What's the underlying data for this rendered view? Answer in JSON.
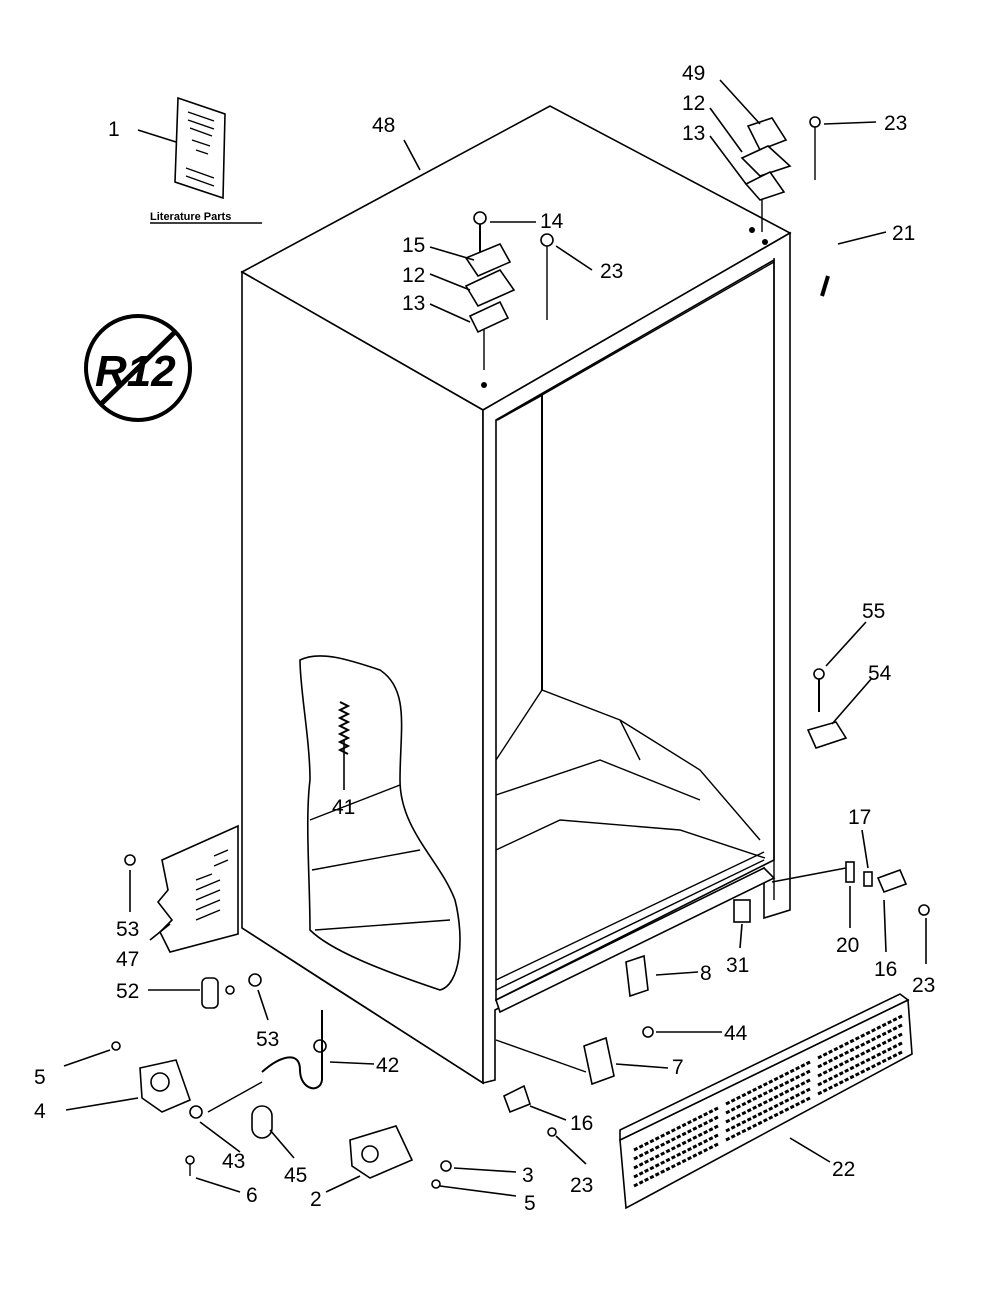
{
  "literature": {
    "caption": "Literature Parts"
  },
  "badge": {
    "text": "R12"
  },
  "callouts": [
    {
      "id": "c1",
      "text": "1"
    },
    {
      "id": "c48",
      "text": "48"
    },
    {
      "id": "c49",
      "text": "49"
    },
    {
      "id": "c12a",
      "text": "12"
    },
    {
      "id": "c13a",
      "text": "13"
    },
    {
      "id": "c23a",
      "text": "23"
    },
    {
      "id": "c14",
      "text": "14"
    },
    {
      "id": "c15",
      "text": "15"
    },
    {
      "id": "c12b",
      "text": "12"
    },
    {
      "id": "c13b",
      "text": "13"
    },
    {
      "id": "c23b",
      "text": "23"
    },
    {
      "id": "c21",
      "text": "21"
    },
    {
      "id": "c55",
      "text": "55"
    },
    {
      "id": "c54",
      "text": "54"
    },
    {
      "id": "c41",
      "text": "41"
    },
    {
      "id": "c17",
      "text": "17"
    },
    {
      "id": "c53a",
      "text": "53"
    },
    {
      "id": "c47",
      "text": "47"
    },
    {
      "id": "c8",
      "text": "8"
    },
    {
      "id": "c31",
      "text": "31"
    },
    {
      "id": "c20",
      "text": "20"
    },
    {
      "id": "c16a",
      "text": "16"
    },
    {
      "id": "c23c",
      "text": "23"
    },
    {
      "id": "c52",
      "text": "52"
    },
    {
      "id": "c53b",
      "text": "53"
    },
    {
      "id": "c44",
      "text": "44"
    },
    {
      "id": "c42",
      "text": "42"
    },
    {
      "id": "c7",
      "text": "7"
    },
    {
      "id": "c5a",
      "text": "5"
    },
    {
      "id": "c4",
      "text": "4"
    },
    {
      "id": "c16b",
      "text": "16"
    },
    {
      "id": "c43",
      "text": "43"
    },
    {
      "id": "c45",
      "text": "45"
    },
    {
      "id": "c3",
      "text": "3"
    },
    {
      "id": "c22",
      "text": "22"
    },
    {
      "id": "c23d",
      "text": "23"
    },
    {
      "id": "c6",
      "text": "6"
    },
    {
      "id": "c2",
      "text": "2"
    },
    {
      "id": "c5b",
      "text": "5"
    }
  ]
}
